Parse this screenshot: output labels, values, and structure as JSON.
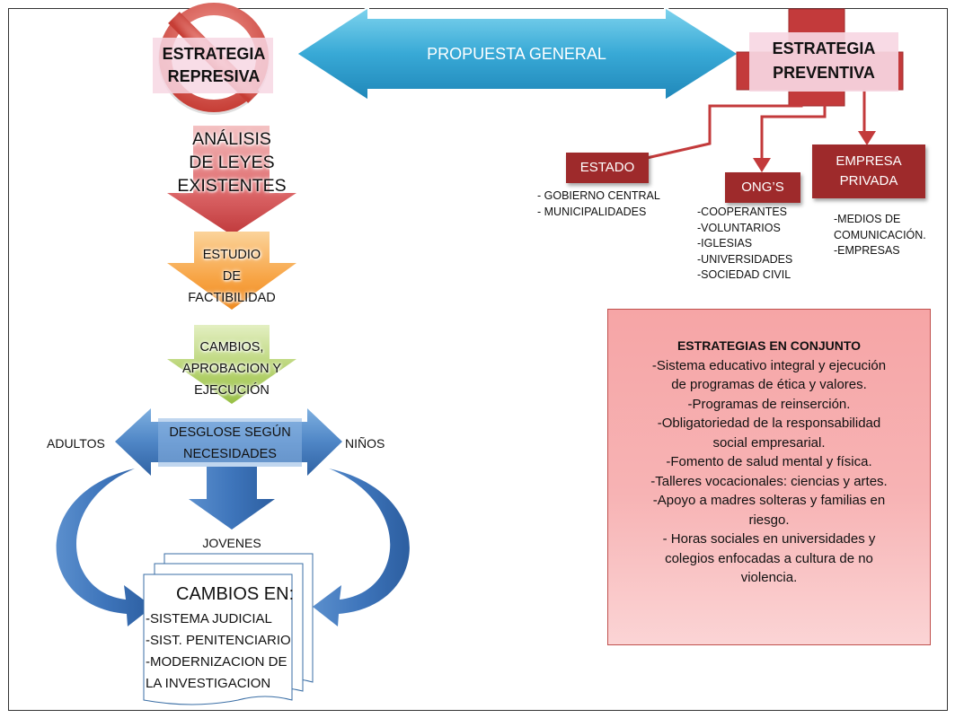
{
  "left": {
    "title_line1": "ESTRATEGIA",
    "title_line2": "REPRESIVA",
    "step1": [
      "ANÁLISIS",
      "DE LEYES",
      "EXISTENTES"
    ],
    "step2": [
      "ESTUDIO",
      "DE",
      "FACTIBILIDAD"
    ],
    "step3": [
      "CAMBIOS,",
      "APROBACION Y",
      "EJECUCIÓN"
    ],
    "desglose": [
      "DESGLOSE SEGÚN",
      "NECESIDADES"
    ],
    "adultos": "ADULTOS",
    "ninos": "NIÑOS",
    "jovenes": "JOVENES",
    "cambios_title": "CAMBIOS EN:",
    "cambios_items": [
      "-SISTEMA JUDICIAL",
      "-SIST. PENITENCIARIO",
      "-MODERNIZACION DE",
      "LA INVESTIGACION"
    ]
  },
  "center": {
    "propuesta": "PROPUESTA GENERAL"
  },
  "right": {
    "title_line1": "ESTRATEGIA",
    "title_line2": "PREVENTIVA",
    "estado": "ESTADO",
    "estado_items": [
      "- GOBIERNO CENTRAL",
      "- MUNICIPALIDADES"
    ],
    "ongs": "ONG’S",
    "ongs_items": [
      "-COOPERANTES",
      "-VOLUNTARIOS",
      "-IGLESIAS",
      "-UNIVERSIDADES",
      "-SOCIEDAD CIVIL"
    ],
    "empresa_line1": "EMPRESA",
    "empresa_line2": "PRIVADA",
    "empresa_items": [
      "-MEDIOS DE",
      "COMUNICACIÓN.",
      "-EMPRESAS"
    ],
    "conjunto_title": "ESTRATEGIAS EN CONJUNTO",
    "conjunto_lines": [
      "-Sistema educativo integral y ejecución",
      "de programas de ética y valores.",
      "-Programas de reinserción.",
      "-Obligatoriedad de la responsabilidad",
      "social empresarial.",
      "-Fomento de salud mental y física.",
      "-Talleres vocacionales: ciencias y artes.",
      "-Apoyo a madres solteras y familias en",
      "riesgo.",
      "- Horas sociales en universidades y",
      "colegios enfocadas a cultura de no",
      "violencia."
    ]
  },
  "colors": {
    "red": "#9e2a2b",
    "blue_arrow": "#4a90c8",
    "prohibit": "#d9534f",
    "pink_bg": "#f7d7e3"
  }
}
